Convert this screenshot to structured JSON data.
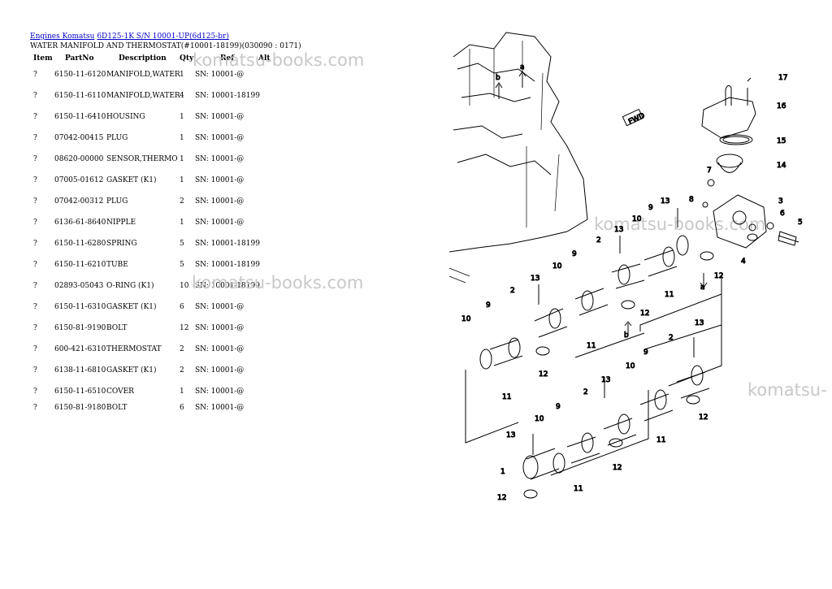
{
  "breadcrumb": {
    "link1": "Engines Komatsu",
    "link2": "6D125-1K S/N 10001-UP(6d125-br)"
  },
  "page_title": "WATER MANIFOLD AND THERMOSTAT(#10001-18199)(030090 : 0171)",
  "table": {
    "headers": {
      "item": "Item",
      "partno": "PartNo",
      "description": "Description",
      "qty": "Qty",
      "ref": "Ref",
      "alt": "Alt"
    },
    "rows": [
      {
        "item": "?",
        "partno": "6150-11-6120",
        "description": "MANIFOLD,WATER",
        "qty": "1",
        "ref": "SN: 10001-@"
      },
      {
        "item": "?",
        "partno": "6150-11-6110",
        "description": "MANIFOLD,WATER",
        "qty": "4",
        "ref": "SN: 10001-18199"
      },
      {
        "item": "?",
        "partno": "6150-11-6410",
        "description": "HOUSING",
        "qty": "1",
        "ref": "SN: 10001-@"
      },
      {
        "item": "?",
        "partno": "07042-00415",
        "description": "PLUG",
        "qty": "1",
        "ref": "SN: 10001-@"
      },
      {
        "item": "?",
        "partno": "08620-00000",
        "description": "SENSOR,THERMO",
        "qty": "1",
        "ref": "SN: 10001-@"
      },
      {
        "item": "?",
        "partno": "07005-01612",
        "description": "GASKET (K1)",
        "qty": "1",
        "ref": "SN: 10001-@"
      },
      {
        "item": "?",
        "partno": "07042-00312",
        "description": "PLUG",
        "qty": "2",
        "ref": "SN: 10001-@"
      },
      {
        "item": "?",
        "partno": "6136-61-8640",
        "description": "NIPPLE",
        "qty": "1",
        "ref": "SN: 10001-@"
      },
      {
        "item": "?",
        "partno": "6150-11-6280",
        "description": "SPRING",
        "qty": "5",
        "ref": "SN: 10001-18199"
      },
      {
        "item": "?",
        "partno": "6150-11-6210",
        "description": "TUBE",
        "qty": "5",
        "ref": "SN: 10001-18199"
      },
      {
        "item": "?",
        "partno": "02893-05043",
        "description": "O-RING (K1)",
        "qty": "10",
        "ref": "SN: 10001-18199"
      },
      {
        "item": "?",
        "partno": "6150-11-6310",
        "description": "GASKET (K1)",
        "qty": "6",
        "ref": "SN: 10001-@"
      },
      {
        "item": "?",
        "partno": "6150-81-9190",
        "description": "BOLT",
        "qty": "12",
        "ref": "SN: 10001-@"
      },
      {
        "item": "?",
        "partno": "600-421-6310",
        "description": "THERMOSTAT",
        "qty": "2",
        "ref": "SN: 10001-@"
      },
      {
        "item": "?",
        "partno": "6138-11-6810",
        "description": "GASKET (K1)",
        "qty": "2",
        "ref": "SN: 10001-@"
      },
      {
        "item": "?",
        "partno": "6150-11-6510",
        "description": "COVER",
        "qty": "1",
        "ref": "SN: 10001-@"
      },
      {
        "item": "?",
        "partno": "6150-81-9180",
        "description": "BOLT",
        "qty": "6",
        "ref": "SN: 10001-@"
      }
    ]
  },
  "watermark": "komatsu-books.com",
  "watermark_cut": "komatsu-",
  "diagram": {
    "labels": [
      "17",
      "16",
      "15",
      "14",
      "3",
      "7",
      "8",
      "13",
      "9",
      "10",
      "6",
      "5",
      "4",
      "12",
      "a",
      "b",
      "2",
      "11",
      "1",
      "FWD"
    ]
  }
}
